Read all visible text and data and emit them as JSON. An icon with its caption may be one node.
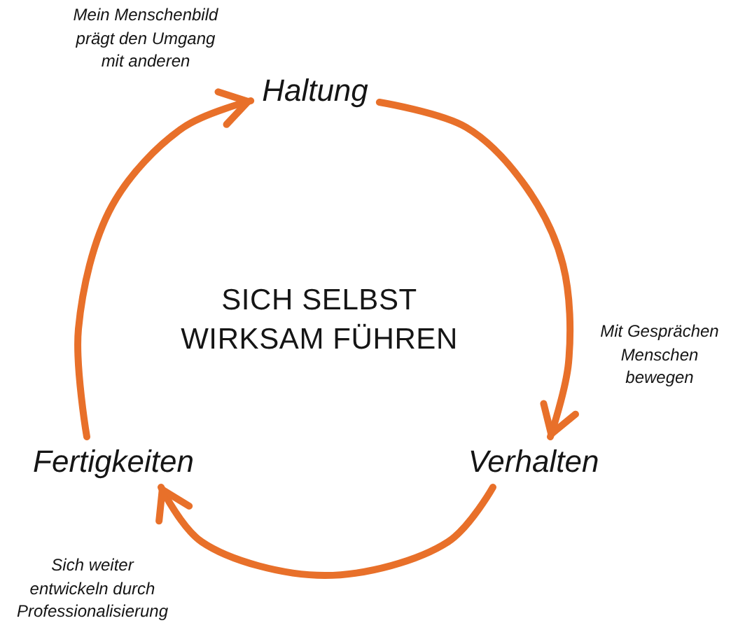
{
  "diagram": {
    "nodes": [
      {
        "text": [
          "Haltung"
        ]
      },
      {
        "text": [
          "Verhalten"
        ]
      },
      {
        "text": [
          "Fertigkeiten"
        ]
      }
    ],
    "edges": [
      {
        "from": 0,
        "to": 1,
        "arrow": "to"
      },
      {
        "from": 1,
        "to": 2,
        "arrow": "to"
      },
      {
        "from": 2,
        "to": 0,
        "arrow": "to"
      }
    ],
    "labels": [
      "Mein Menschenbild prägt den Umgang mit anderen",
      "SICH SELBST WIRKSAM FÜHREN",
      "Mit Gesprächen Menschen bewegen",
      "Sich weiter entwickeln durch Professionalisierung"
    ]
  }
}
